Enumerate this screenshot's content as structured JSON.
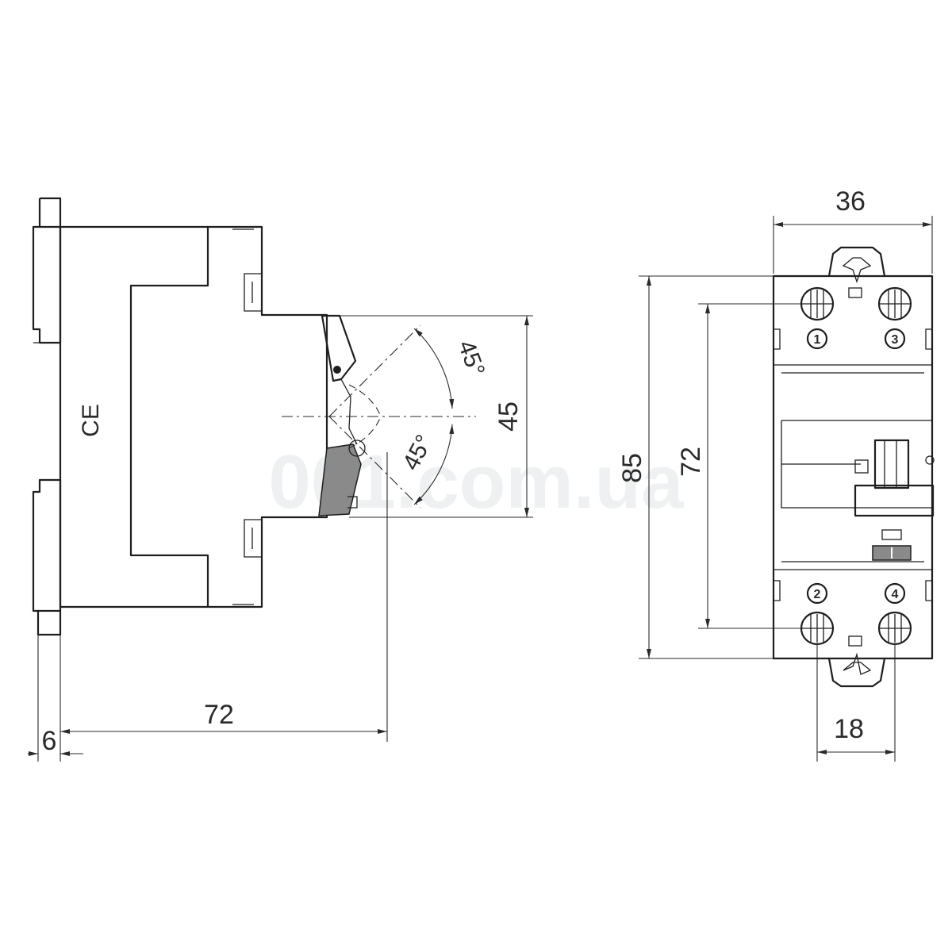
{
  "watermark": "001.com.ua",
  "side_view": {
    "certification_mark": "CE",
    "dimensions": {
      "depth": "72",
      "rail_offset": "6",
      "handle_travel": "45",
      "angle_up": "45°",
      "angle_down": "45°"
    }
  },
  "front_view": {
    "dimensions": {
      "width": "36",
      "height": "85",
      "terminal_spacing_vertical": "72",
      "terminal_spacing_horizontal": "18"
    },
    "terminals": {
      "t1": "1",
      "t2": "2",
      "t3": "3",
      "t4": "4"
    }
  }
}
